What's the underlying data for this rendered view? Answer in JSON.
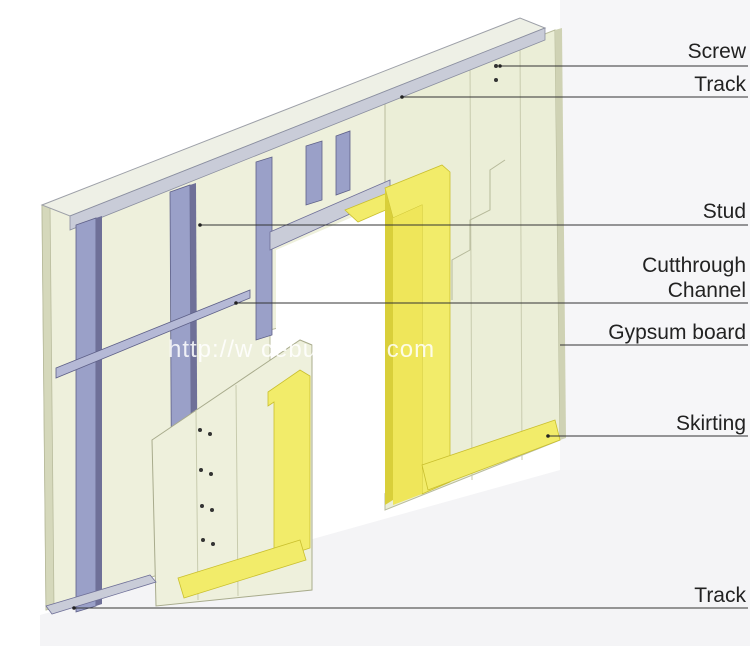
{
  "labels": {
    "screw": "Screw",
    "track_top": "Track",
    "stud": "Stud",
    "cutthrough_line1": "Cutthrough",
    "cutthrough_line2": "Channel",
    "gypsum": "Gypsum board",
    "skirting": "Skirting",
    "track_bottom": "Track"
  },
  "watermark": "http://w        cebuilding.com",
  "colors": {
    "board": "#e9ecd4",
    "board_shade": "#d8dcc0",
    "stud": "#9aa0c8",
    "stud_dark": "#6f7098",
    "skirting": "#f2ec6a",
    "skirting_shade": "#d9cf3a",
    "leader": "#333333"
  }
}
